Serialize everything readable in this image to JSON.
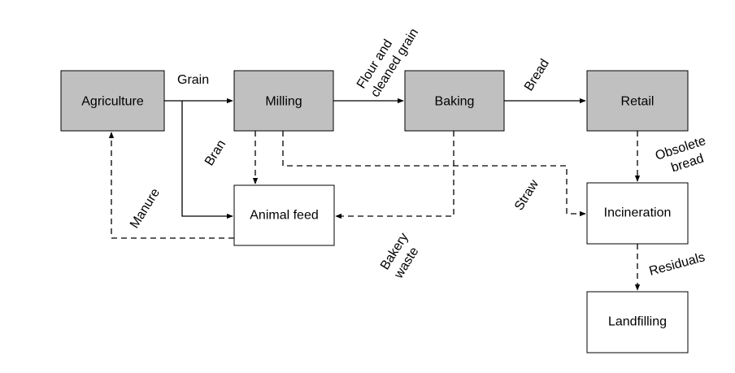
{
  "diagram": {
    "colors": {
      "process_fill": "#c0c0c0",
      "sink_fill": "#ffffff",
      "stroke": "#000000",
      "text": "#000000"
    },
    "nodes": [
      {
        "id": "agriculture",
        "label": "Agriculture",
        "kind": "process"
      },
      {
        "id": "milling",
        "label": "Milling",
        "kind": "process"
      },
      {
        "id": "baking",
        "label": "Baking",
        "kind": "process"
      },
      {
        "id": "retail",
        "label": "Retail",
        "kind": "process"
      },
      {
        "id": "animal_feed",
        "label": "Animal feed",
        "kind": "sink"
      },
      {
        "id": "incineration",
        "label": "Incineration",
        "kind": "sink"
      },
      {
        "id": "landfilling",
        "label": "Landfilling",
        "kind": "sink"
      }
    ],
    "edges": [
      {
        "id": "grain",
        "from": "agriculture",
        "to": "milling",
        "style": "solid",
        "label": [
          "Grain"
        ]
      },
      {
        "id": "grain_feed",
        "from": "agriculture",
        "to": "animal_feed",
        "style": "solid",
        "label": []
      },
      {
        "id": "flour",
        "from": "milling",
        "to": "baking",
        "style": "solid",
        "label": [
          "Flour and",
          "cleaned grain"
        ]
      },
      {
        "id": "bread",
        "from": "baking",
        "to": "retail",
        "style": "solid",
        "label": [
          "Bread"
        ]
      },
      {
        "id": "bran",
        "from": "milling",
        "to": "animal_feed",
        "style": "dashed",
        "label": [
          "Bran"
        ]
      },
      {
        "id": "straw",
        "from": "milling",
        "to": "incineration",
        "style": "dashed",
        "label": [
          "Straw"
        ]
      },
      {
        "id": "bakery_waste",
        "from": "baking",
        "to": "animal_feed",
        "style": "dashed",
        "label": [
          "Bakery",
          "waste"
        ]
      },
      {
        "id": "manure",
        "from": "animal_feed",
        "to": "agriculture",
        "style": "dashed",
        "label": [
          "Manure"
        ]
      },
      {
        "id": "obsolete_bread",
        "from": "retail",
        "to": "incineration",
        "style": "dashed",
        "label": [
          "Obsolete",
          "bread"
        ]
      },
      {
        "id": "residuals",
        "from": "incineration",
        "to": "landfilling",
        "style": "dashed",
        "label": [
          "Residuals"
        ]
      }
    ]
  }
}
